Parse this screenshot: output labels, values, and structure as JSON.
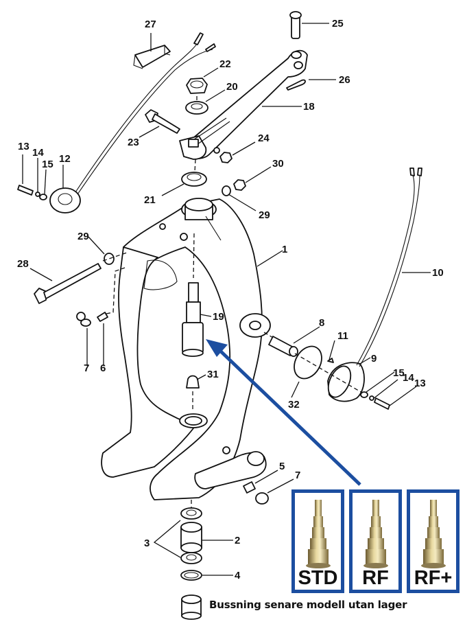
{
  "diagram": {
    "title": "Exploded parts diagram – swivel bracket and steering assembly",
    "part_labels": [
      "1",
      "2",
      "3",
      "4",
      "5",
      "6",
      "7",
      "7",
      "8",
      "9",
      "10",
      "11",
      "12",
      "13",
      "13",
      "14",
      "14",
      "15",
      "15",
      "18",
      "19",
      "20",
      "21",
      "22",
      "23",
      "24",
      "25",
      "26",
      "27",
      "28",
      "29",
      "29",
      "30",
      "31",
      "32"
    ],
    "highlight_color": "#1c4ea0",
    "highlight_target": "19"
  },
  "variants": [
    {
      "label": "STD"
    },
    {
      "label": "RF"
    },
    {
      "label": "RF+"
    }
  ],
  "caption": "Bussning senare modell utan lager"
}
